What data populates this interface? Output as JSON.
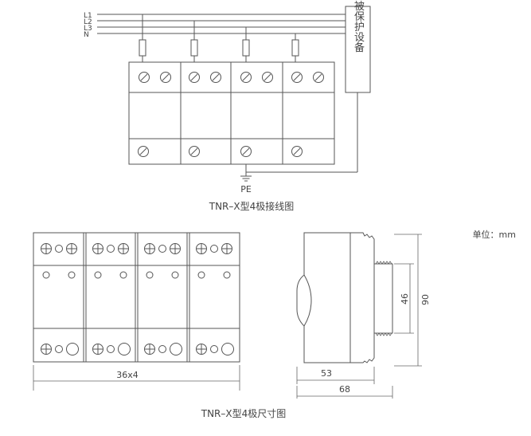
{
  "wiring": {
    "lines": [
      "L1",
      "L2",
      "L3",
      "N"
    ],
    "protected_device": "被保护设备",
    "ground": "PE",
    "caption": "TNR–X型4极接线图"
  },
  "dimension": {
    "unit": "单位：mm",
    "width_label": "36x4",
    "depth_label": "53",
    "depth_total_label": "68",
    "rail_height_label": "46",
    "height_label": "90",
    "caption": "TNR–X型4极尺寸图"
  }
}
